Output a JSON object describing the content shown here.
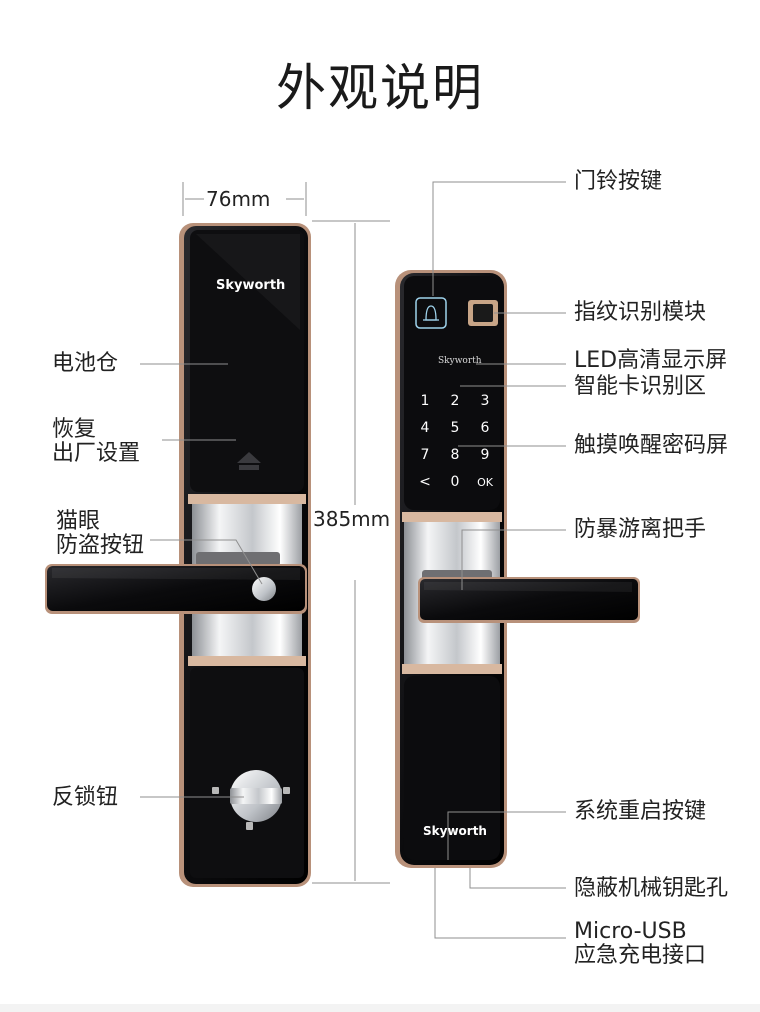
{
  "title": "外观说明",
  "dimensions": {
    "width": "76mm",
    "height": "385mm"
  },
  "brand": {
    "front": "Skyworth",
    "screen": "Skyworth",
    "back_bottom": "Skyworth"
  },
  "keypad": [
    "1",
    "2",
    "3",
    "4",
    "5",
    "6",
    "7",
    "8",
    "9",
    "<",
    "0",
    "OK"
  ],
  "left_labels": {
    "battery": "电池仓",
    "reset_line1": "恢复",
    "reset_line2": "出厂设置",
    "peephole_line1": "猫眼",
    "peephole_line2": "防盗按钮",
    "antilock": "反锁钮"
  },
  "right_labels": {
    "doorbell": "门铃按键",
    "fingerprint": "指纹识别模块",
    "led": "LED高清显示屏",
    "card": "智能卡识别区",
    "touch": "触摸唤醒密码屏",
    "handle": "防暴游离把手",
    "restart": "系统重启按键",
    "keyhole": "隐蔽机械钥匙孔",
    "usb_line1": "Micro-USB",
    "usb_line2": "应急充电接口"
  },
  "colors": {
    "body": "#0b0b0d",
    "trim": "#c9a487",
    "chrome": "#d7d9dc",
    "line": "#9a9a9a"
  }
}
